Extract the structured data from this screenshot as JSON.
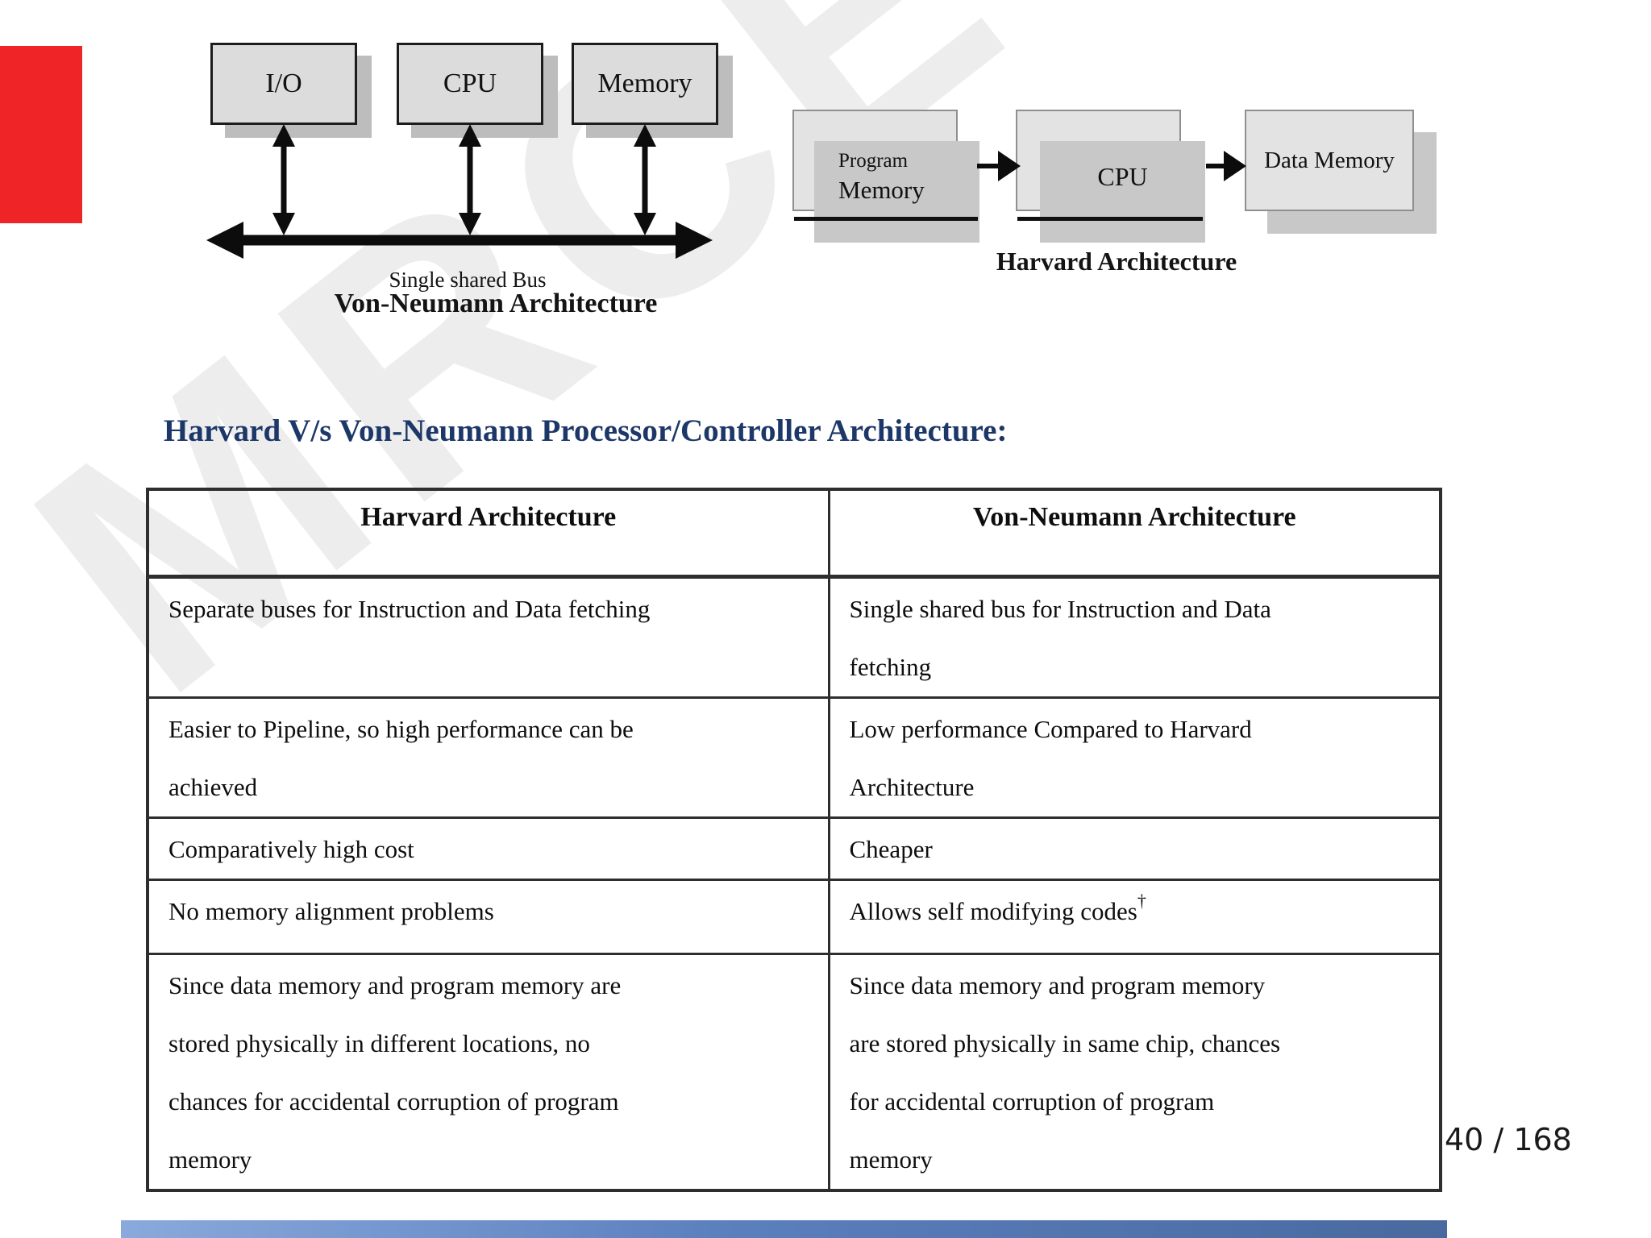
{
  "page": {
    "watermark": "MRCET",
    "page_counter": "40 / 168"
  },
  "colors": {
    "accent_red": "#ee2426",
    "heading_blue": "#1c3768",
    "footer_blue": "#5c7fbe",
    "box_fill": "#dcdcdc",
    "box_shadow": "#bdbdbd"
  },
  "von_neumann_diagram": {
    "box_io": "I/O",
    "box_cpu": "CPU",
    "box_memory": "Memory",
    "bus_label": "Single shared Bus",
    "title": "Von-Neumann Architecture"
  },
  "harvard_diagram": {
    "program_memory_line1": "Program",
    "program_memory_line2": "Memory",
    "cpu": "CPU",
    "data_memory": "Data Memory",
    "title": "Harvard Architecture"
  },
  "section_heading": "Harvard V/s Von-Neumann Processor/Controller Architecture:",
  "comparison_table": {
    "headers": [
      "Harvard Architecture",
      "Von-Neumann Architecture"
    ],
    "rows": [
      [
        "Separate buses for Instruction and Data fetching",
        "Single shared bus for Instruction and Data\nfetching"
      ],
      [
        "Easier to Pipeline, so high performance can be\nachieved",
        "Low performance Compared to Harvard\nArchitecture"
      ],
      [
        "Comparatively high cost",
        "Cheaper"
      ],
      [
        "No memory alignment problems",
        "Allows self modifying codes†"
      ],
      [
        "Since data memory and program memory are\nstored physically in different locations, no\nchances for accidental corruption of program\nmemory",
        "Since data memory and program memory\nare stored physically in same chip, chances\nfor accidental corruption of program\nmemory"
      ]
    ]
  }
}
